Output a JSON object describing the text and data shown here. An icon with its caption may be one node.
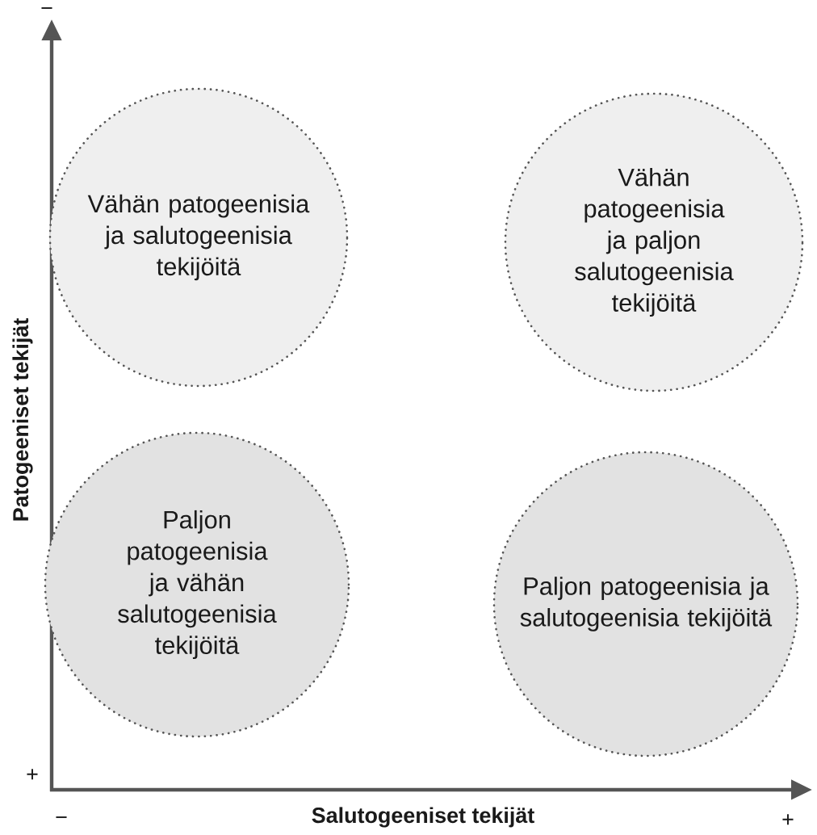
{
  "diagram": {
    "nodes": [
      {
        "text": [
          "Vähän patogeenisia ja salutogeenisia tekijöitä"
        ]
      },
      {
        "text": [
          "Vähän patogeenisia ja paljon salutogeenisia tekijöitä"
        ]
      },
      {
        "text": [
          "Paljon patogeenisia ja vähän salutogeenisia tekijöitä"
        ]
      },
      {
        "text": [
          "Paljon patogeenisia ja salutogeenisia tekijöitä"
        ]
      }
    ],
    "labels": [
      "−",
      "Patogeeniset tekijät",
      "+",
      "−",
      "Salutogeeniset tekijät",
      "+"
    ]
  }
}
